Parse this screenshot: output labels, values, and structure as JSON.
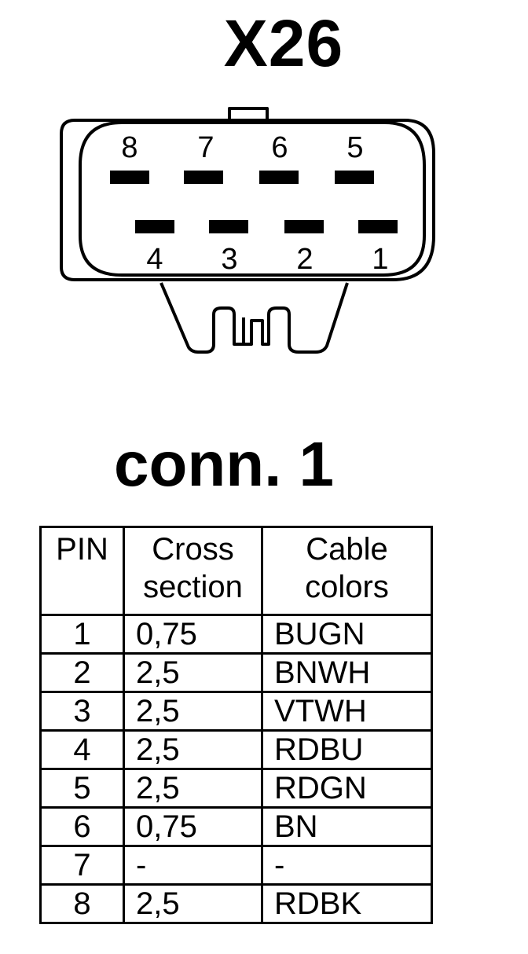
{
  "connector_label": "X26",
  "subtitle": "conn. 1",
  "connector": {
    "top_row_pins": [
      "8",
      "7",
      "6",
      "5"
    ],
    "bottom_row_pins": [
      "4",
      "3",
      "2",
      "1"
    ]
  },
  "table": {
    "headers": {
      "pin": "PIN",
      "cross_line1": "Cross",
      "cross_line2": "section",
      "colors_line1": "Cable",
      "colors_line2": "colors"
    },
    "rows": [
      {
        "pin": "1",
        "cross": "0,75",
        "color": "BUGN"
      },
      {
        "pin": "2",
        "cross": "2,5",
        "color": "BNWH"
      },
      {
        "pin": "3",
        "cross": "2,5",
        "color": "VTWH"
      },
      {
        "pin": "4",
        "cross": "2,5",
        "color": "RDBU"
      },
      {
        "pin": "5",
        "cross": "2,5",
        "color": "RDGN"
      },
      {
        "pin": "6",
        "cross": "0,75",
        "color": "BN"
      },
      {
        "pin": "7",
        "cross": "-",
        "color": "-"
      },
      {
        "pin": "8",
        "cross": "2,5",
        "color": "RDBK"
      }
    ]
  }
}
